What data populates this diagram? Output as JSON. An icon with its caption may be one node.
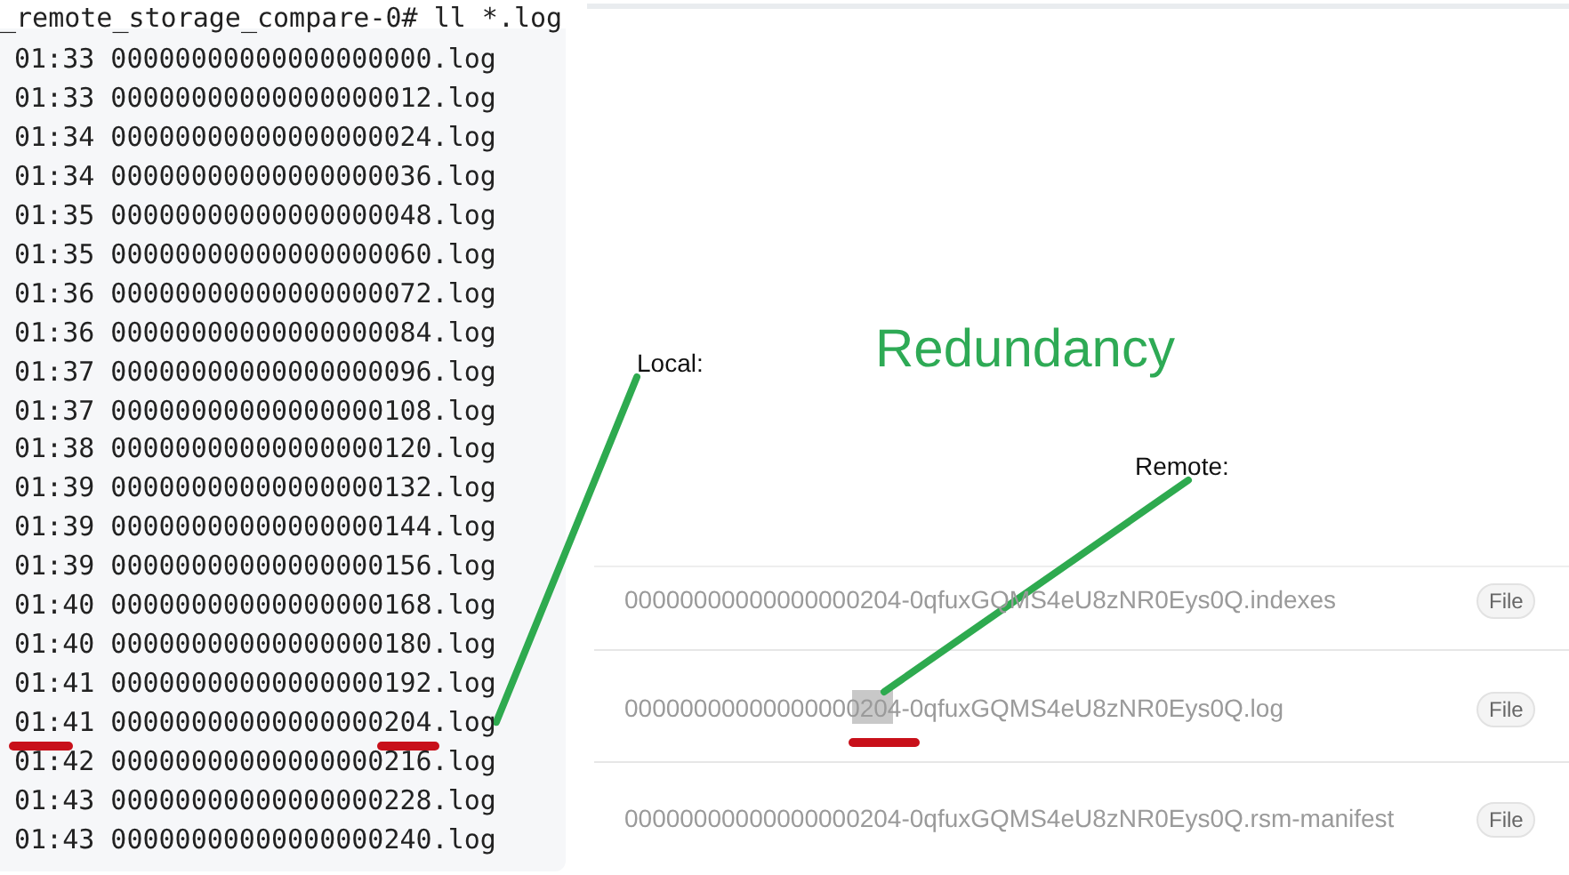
{
  "diagram": {
    "title": "Redundancy",
    "nodes": [
      {
        "text": [
          "Local:"
        ]
      },
      {
        "text": [
          "01:41 00000000000000000204.log"
        ]
      },
      {
        "text": [
          "Remote:"
        ]
      },
      {
        "text": [
          "00000000000000000204-0qfuxGQMS4eU8zNR0Eys0Q.log"
        ]
      }
    ],
    "edges": [
      {
        "from": 0,
        "to": 1,
        "arrow": "none",
        "color": "#2eaa4f"
      },
      {
        "from": 2,
        "to": 3,
        "arrow": "none",
        "color": "#2eaa4f"
      }
    ],
    "labels": [
      "_remote_storage_compare-0# ll *.log",
      "01:33 00000000000000000000.log",
      "01:33 00000000000000000012.log",
      "01:34 00000000000000000024.log",
      "01:34 00000000000000000036.log",
      "01:35 00000000000000000048.log",
      "01:35 00000000000000000060.log",
      "01:36 00000000000000000072.log",
      "01:36 00000000000000000084.log",
      "01:37 00000000000000000096.log",
      "01:37 00000000000000000108.log",
      "01:38 00000000000000000120.log",
      "01:39 00000000000000000132.log",
      "01:39 00000000000000000144.log",
      "01:39 00000000000000000156.log",
      "01:40 00000000000000000168.log",
      "01:40 00000000000000000180.log",
      "01:41 00000000000000000192.log",
      "01:42 00000000000000000216.log",
      "01:43 00000000000000000228.log",
      "01:43 00000000000000000240.log",
      "00000000000000000204-0qfuxGQMS4eU8zNR0Eys0Q.indexes",
      "File",
      "File",
      "00000000000000000204-0qfuxGQMS4eU8zNR0Eys0Q.rsm-manifest",
      "File"
    ]
  }
}
